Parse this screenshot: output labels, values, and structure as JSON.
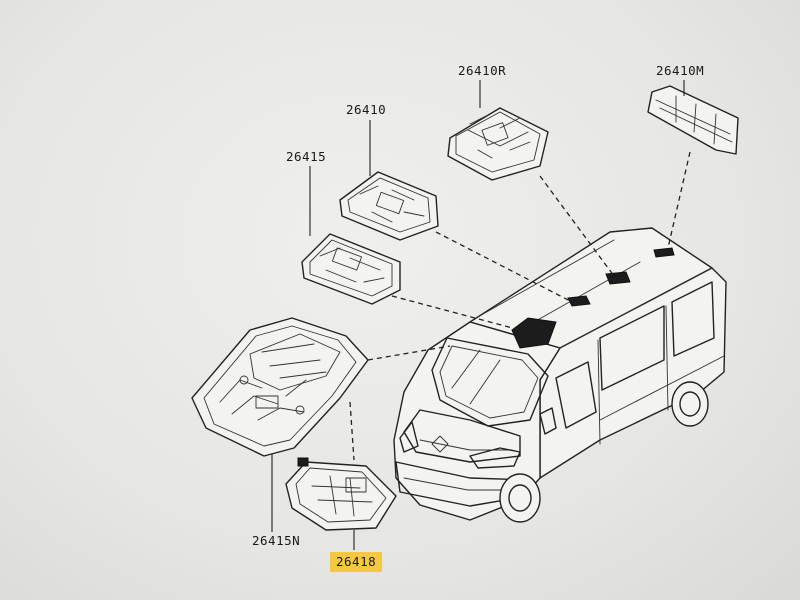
{
  "parts": [
    {
      "id": "p1",
      "number": "26410R"
    },
    {
      "id": "p2",
      "number": "26410M"
    },
    {
      "id": "p3",
      "number": "26410"
    },
    {
      "id": "p4",
      "number": "26415"
    },
    {
      "id": "p5",
      "number": "26415N"
    },
    {
      "id": "p6",
      "number": "26418",
      "highlighted": true
    }
  ],
  "colors": {
    "paper": "#e4e4e2",
    "line": "#222222",
    "highlight": "#f5c842"
  }
}
